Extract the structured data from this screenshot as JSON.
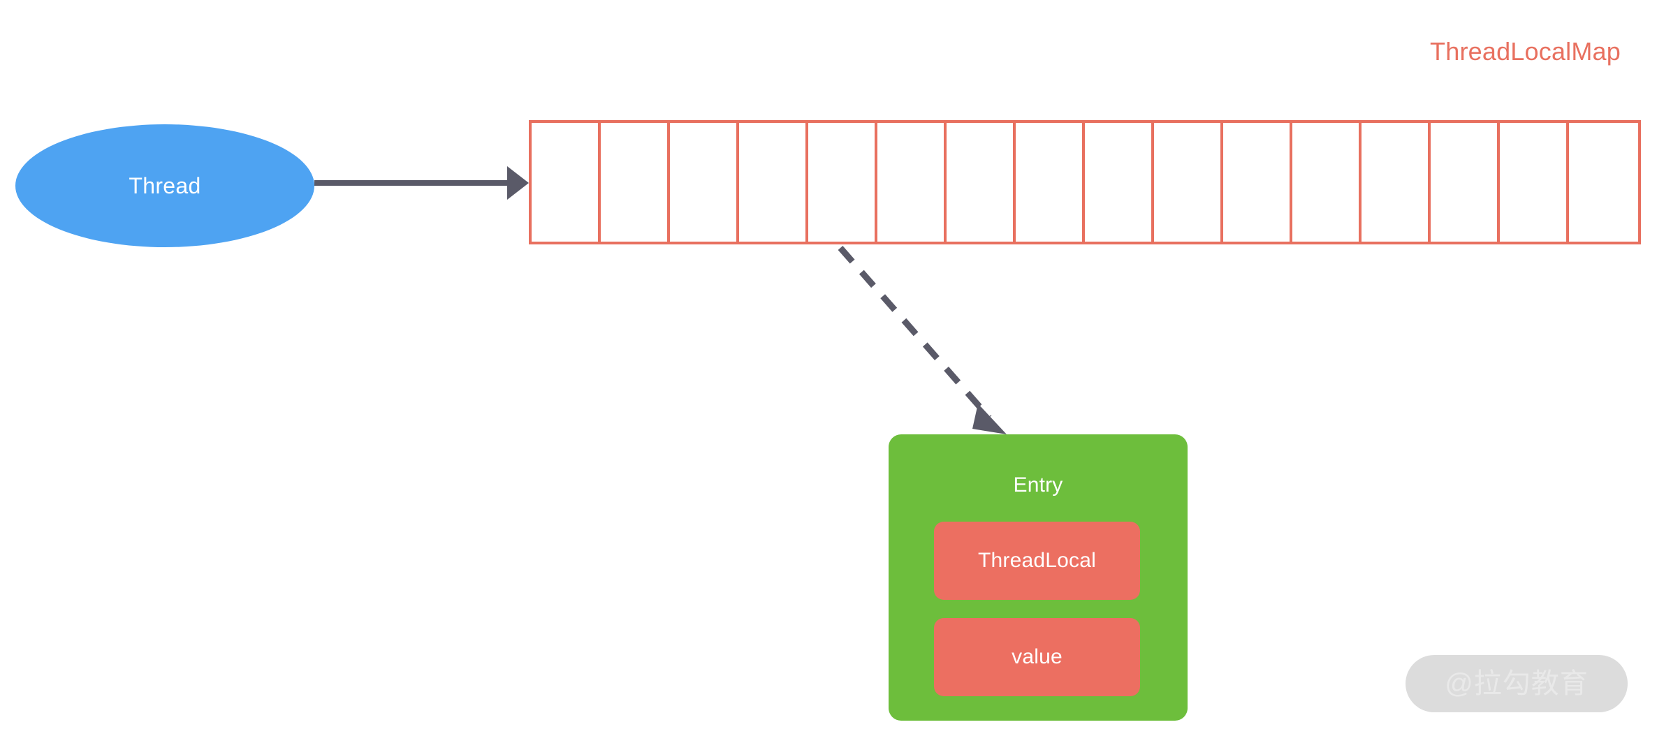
{
  "diagram": {
    "title": "ThreadLocalMap",
    "title_color": "#e8705f",
    "background_color": "#ffffff"
  },
  "thread_node": {
    "label": "Thread",
    "shape": "ellipse",
    "fill_color": "#4ea3f2",
    "text_color": "#ffffff"
  },
  "map_table": {
    "name": "ThreadLocalMap",
    "border_color": "#e8705f",
    "cell_count": 16,
    "cells": [
      {
        "index": 0,
        "value": ""
      },
      {
        "index": 1,
        "value": ""
      },
      {
        "index": 2,
        "value": ""
      },
      {
        "index": 3,
        "value": ""
      },
      {
        "index": 4,
        "value": ""
      },
      {
        "index": 5,
        "value": ""
      },
      {
        "index": 6,
        "value": ""
      },
      {
        "index": 7,
        "value": ""
      },
      {
        "index": 8,
        "value": ""
      },
      {
        "index": 9,
        "value": ""
      },
      {
        "index": 10,
        "value": ""
      },
      {
        "index": 11,
        "value": ""
      },
      {
        "index": 12,
        "value": ""
      },
      {
        "index": 13,
        "value": ""
      },
      {
        "index": 14,
        "value": ""
      },
      {
        "index": 15,
        "value": ""
      }
    ]
  },
  "entry_box": {
    "title": "Entry",
    "fill_color": "#6dbe3c",
    "text_color": "#ffffff",
    "fields": [
      {
        "label": "ThreadLocal",
        "fill_color": "#ec6f61",
        "text_color": "#ffffff"
      },
      {
        "label": "value",
        "fill_color": "#ec6f61",
        "text_color": "#ffffff"
      }
    ]
  },
  "connectors": [
    {
      "id": "thread-to-map",
      "style": "solid",
      "color": "#5a5a68",
      "from": "thread_node",
      "to": "map_table",
      "label": ""
    },
    {
      "id": "map-cell-to-entry",
      "style": "dashed",
      "color": "#5a5a68",
      "from": "map_table",
      "to": "entry_box",
      "label": ""
    }
  ],
  "watermark": {
    "text": "@拉勾教育",
    "pill_color": "#dcdcdc",
    "text_color": "#e9e9e9"
  }
}
